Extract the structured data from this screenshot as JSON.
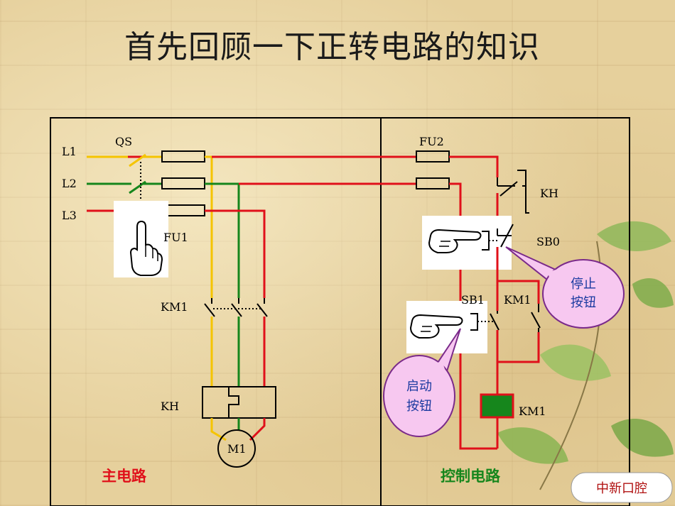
{
  "title": "首先回顾一下正转电路的知识",
  "main_circuit": {
    "lines": [
      "L1",
      "L2",
      "L3"
    ],
    "switch_label": "QS",
    "fuse_label": "FU1",
    "contactor_label": "KM1",
    "thermal_relay_label": "KH",
    "motor_label": "M1",
    "section_label": "主电路"
  },
  "control_circuit": {
    "fuse_label": "FU2",
    "thermal_contact_label": "KH",
    "stop_button_label": "SB0",
    "start_button_label": "SB1",
    "aux_contact_label": "KM1",
    "coil_label": "KM1",
    "section_label": "控制电路"
  },
  "callouts": {
    "stop": [
      "停止",
      "按钮"
    ],
    "start": [
      "启动",
      "按钮"
    ]
  },
  "watermark": "中新口腔",
  "colors": {
    "L1": "#f5c400",
    "L2": "#16861c",
    "L3": "#e0101a",
    "coil": "#16861c",
    "callout_fill": "#f7c8f0",
    "callout_stroke": "#7a2a8a"
  }
}
